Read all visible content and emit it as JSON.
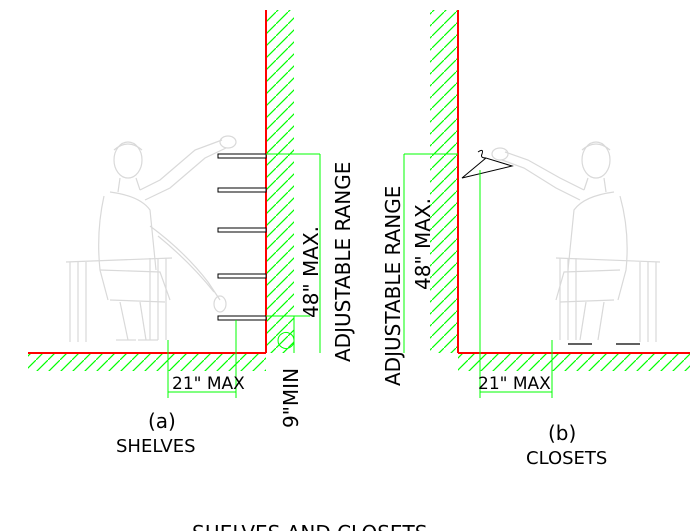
{
  "colors": {
    "dimension": "#00ff00",
    "wall": "#ff0000",
    "figure": "#d9d9d9",
    "text": "#000000",
    "shelf": "#000000"
  },
  "left": {
    "reach_label": "21\"  MAX",
    "min_height_label": "9\"MIN",
    "max_height_label": "48\" MAX.",
    "range_label": "ADJUSTABLE  RANGE",
    "caption_letter": "(a)",
    "caption": "SHELVES"
  },
  "right": {
    "reach_label": "21\"  MAX",
    "max_height_label": "48\" MAX.",
    "range_label": "ADJUSTABLE  RANGE",
    "caption_letter": "(b)",
    "caption": "CLOSETS"
  },
  "title": "SHELVES  AND  CLOSETS"
}
